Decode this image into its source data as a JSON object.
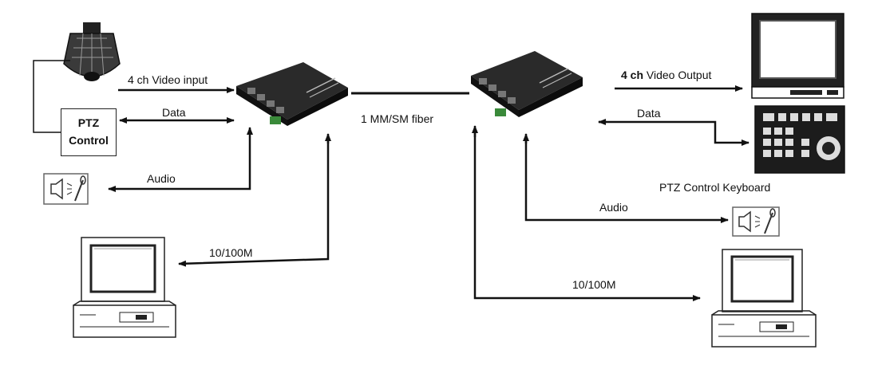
{
  "labels": {
    "video_input": "4 ch Video input",
    "video_output_bold": "4 ch",
    "video_output_rest": " Video Output",
    "data_left": "Data",
    "data_right": "Data",
    "audio_left": "Audio",
    "audio_right": "Audio",
    "fiber": "1 MM/SM fiber",
    "net_left": "10/100M",
    "net_right": "10/100M",
    "ptz_keyboard": "PTZ Control Keyboard"
  },
  "ptz_control": {
    "line1": "PTZ",
    "line2": "Control"
  },
  "icons": {
    "dome_camera": "dome-camera-icon",
    "transceiver": "fiber-transceiver-icon",
    "monitor": "crt-monitor-icon",
    "keyboard": "ptz-keyboard-icon",
    "speaker": "speaker-microphone-icon",
    "computer": "desktop-computer-icon"
  },
  "colors": {
    "line": "#111111",
    "device": "#1a1a1a",
    "screen": "#ffffff"
  }
}
